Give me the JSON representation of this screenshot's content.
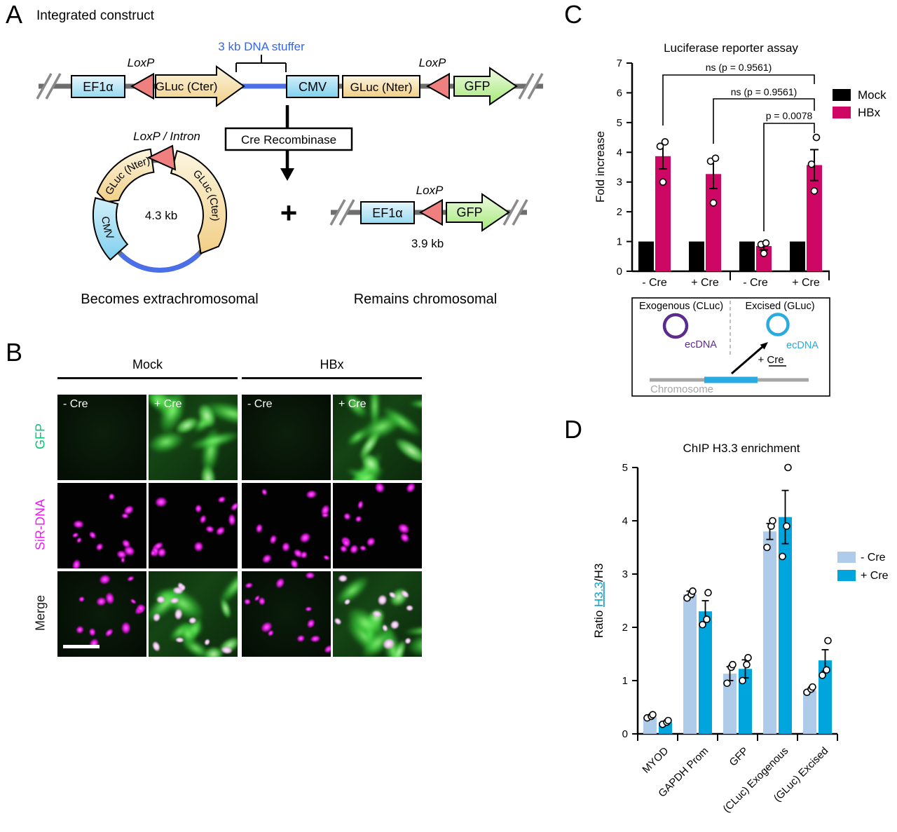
{
  "panel_a": {
    "letter": "A",
    "title": "Integrated construct",
    "stuffer": "3 kb DNA stuffer",
    "loxp_left": "LoxP",
    "loxp_right": "LoxP",
    "ef1a": "EF1α",
    "gluc_cter": "GLuc (Cter)",
    "cmv": "CMV",
    "gluc_nter": "GLuc (Nter)",
    "gfp": "GFP",
    "cre": "Cre Recombinase",
    "plasmid_label": "LoxP / Intron",
    "plasmid_size": "4.3 kb",
    "plasmid_nter": "GLuc (Nter)",
    "plasmid_cter": "GLuc (Cter)",
    "plasmid_cmv": "CMV",
    "plus": "+",
    "ex_loxp": "LoxP",
    "ex_ef1a": "EF1α",
    "ex_gfp": "GFP",
    "ex_size": "3.9 kb",
    "caption_left": "Becomes extrachromosomal",
    "caption_right": "Remains chromosomal"
  },
  "panel_b": {
    "letter": "B",
    "col_groups": [
      "Mock",
      "HBx"
    ],
    "sub_cols": [
      "- Cre",
      "+ Cre",
      "- Cre",
      "+ Cre"
    ],
    "rows": [
      "GFP",
      "SiR-DNA",
      "Merge"
    ],
    "row_colors": [
      "#00C878",
      "#EE1CEE",
      "#1a1a1a"
    ]
  },
  "panel_c": {
    "letter": "C"
  },
  "panel_d": {
    "letter": "D"
  },
  "chart_data": [
    {
      "panel": "C",
      "type": "bar",
      "title": "Luciferase reporter assay",
      "ylabel": "Fold increase",
      "ylim": [
        0,
        7
      ],
      "yticks": [
        0,
        1,
        2,
        3,
        4,
        5,
        6,
        7
      ],
      "categories": [
        "- Cre",
        "+ Cre",
        "- Cre",
        "+ Cre"
      ],
      "series": [
        {
          "name": "Mock",
          "color": "#000000",
          "values": [
            1,
            1,
            1,
            1
          ]
        },
        {
          "name": "HBx",
          "color": "#CE0765",
          "values": [
            3.87,
            3.27,
            0.85,
            3.57
          ],
          "errors": [
            0.43,
            0.49,
            0.13,
            0.52
          ],
          "points": [
            [
              3.0,
              4.2,
              4.35
            ],
            [
              2.3,
              3.7,
              3.8
            ],
            [
              0.6,
              0.9,
              0.95
            ],
            [
              2.7,
              3.6,
              4.5
            ]
          ]
        }
      ],
      "legend": [
        "Mock",
        "HBx"
      ],
      "significance": [
        {
          "label": "ns (p = 0.9561)",
          "from": 0,
          "to": 3
        },
        {
          "label": "ns (p = 0.9561)",
          "from": 1,
          "to": 3
        },
        {
          "label": "p = 0.0078",
          "from": 2,
          "to": 3
        }
      ],
      "schematic": {
        "left_title": "Exogenous (CLuc)",
        "right_title": "Excised (GLuc)",
        "ecdna_left": "ecDNA",
        "ecdna_right": "ecDNA",
        "cre_label": "+ Cre",
        "chromosome": "Chromosome",
        "purple": "#5B2C8D",
        "cyan": "#29ABE2",
        "gray": "#A6A6A6"
      }
    },
    {
      "panel": "D",
      "type": "bar",
      "title": "ChIP H3.3 enrichment",
      "ylabel_parts": {
        "pre": "Ratio ",
        "mid": "H3.3",
        "post": "/H3"
      },
      "ylabel_mid_color": "#00A5DE",
      "ylim": [
        0,
        5
      ],
      "yticks": [
        0,
        1,
        2,
        3,
        4,
        5
      ],
      "categories": [
        "MYOD",
        "GAPDH Prom",
        "GFP",
        "(CLuc) Exogenous",
        "(GLuc) Excised"
      ],
      "series": [
        {
          "name": "- Cre",
          "color": "#AFCBEA",
          "values": [
            0.32,
            2.62,
            1.13,
            3.8,
            0.82
          ],
          "errors": [
            0.03,
            0.06,
            0.13,
            0.15,
            0.04
          ],
          "points": [
            [
              0.3,
              0.33,
              0.36
            ],
            [
              2.55,
              2.62,
              2.68
            ],
            [
              0.95,
              1.25,
              1.3
            ],
            [
              3.5,
              3.9,
              4.0
            ],
            [
              0.78,
              0.84,
              0.88
            ]
          ]
        },
        {
          "name": "+ Cre",
          "color": "#00A5DE",
          "values": [
            0.22,
            2.3,
            1.22,
            4.07,
            1.38
          ],
          "errors": [
            0.03,
            0.2,
            0.17,
            0.5,
            0.2
          ],
          "points": [
            [
              0.18,
              0.22,
              0.25
            ],
            [
              2.05,
              2.15,
              2.65
            ],
            [
              1.0,
              1.3,
              1.43
            ],
            [
              3.33,
              3.9,
              5.0
            ],
            [
              1.1,
              1.2,
              1.75
            ]
          ]
        }
      ],
      "legend": [
        "- Cre",
        "+ Cre"
      ]
    }
  ]
}
